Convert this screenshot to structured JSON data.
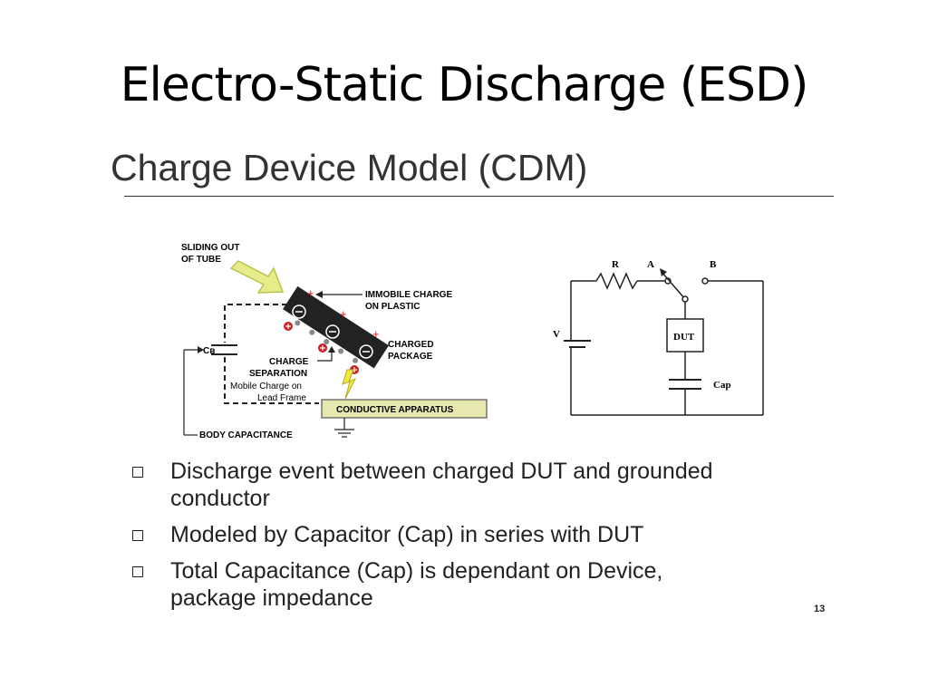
{
  "slide": {
    "title": "Electro-Static Discharge (ESD)",
    "subtitle": "Charge Device Model (CDM)",
    "page_number": "13"
  },
  "left_diagram": {
    "labels": {
      "sliding_out_1": "SLIDING OUT",
      "sliding_out_2": "OF TUBE",
      "immobile_1": "IMMOBILE CHARGE",
      "immobile_2": "ON PLASTIC",
      "charged_1": "CHARGED",
      "charged_2": "PACKAGE",
      "charge_sep_1": "CHARGE",
      "charge_sep_2": "SEPARATION",
      "mobile_1": "Mobile Charge on",
      "mobile_2": "Lead Frame",
      "cb": "Cʙ",
      "conductive": "CONDUCTIVE APPARATUS",
      "body_cap": "BODY CAPACITANCE"
    },
    "symbols": {
      "plus": "+",
      "minus": "−"
    }
  },
  "right_diagram": {
    "labels": {
      "r": "R",
      "a": "A",
      "b": "B",
      "v": "V",
      "dut": "DUT",
      "cap": "Cap"
    }
  },
  "bullets": [
    {
      "line1": "Discharge event between charged DUT and grounded",
      "line2": "conductor"
    },
    {
      "line1": "Modeled by Capacitor (Cap) in series with DUT",
      "line2": ""
    },
    {
      "line1": "Total Capacitance (Cap) is dependant on Device,",
      "line2": "package impedance"
    }
  ],
  "colors": {
    "arrow_fill": "#e6ec8a",
    "apparatus_fill": "#e6e8b0",
    "bolt": "#f2e83a",
    "charge_red": "#cc2222",
    "package": "#222222"
  }
}
